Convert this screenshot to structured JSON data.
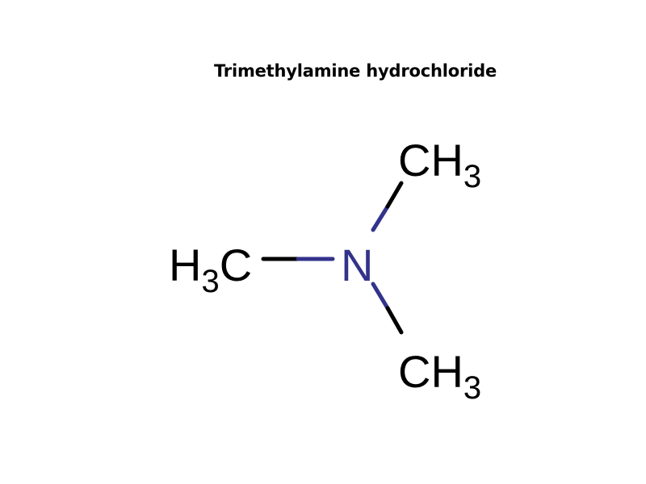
{
  "title": "Trimethylamine hydrochloride",
  "molecule": {
    "center_atom": {
      "symbol": "N",
      "color": "#33338c"
    },
    "groups": [
      {
        "id": "left",
        "main": "H",
        "sub": "3",
        "tail": "C",
        "label": "H3C"
      },
      {
        "id": "top",
        "main": "CH",
        "sub": "3",
        "label": "CH3"
      },
      {
        "id": "bottom",
        "main": "CH",
        "sub": "3",
        "label": "CH3"
      }
    ],
    "bond_colors": {
      "carbon": "#000000",
      "nitrogen": "#33338c"
    }
  }
}
